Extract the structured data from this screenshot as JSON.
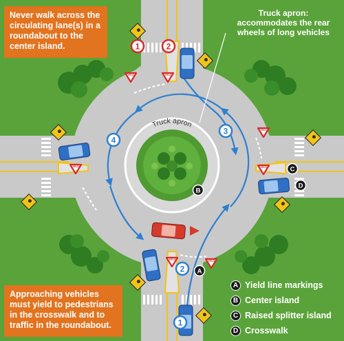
{
  "callouts": {
    "top_left": "Never walk across the\ncirculating lane(s) in a\nroundabout to the\ncenter island.",
    "bottom_left": "Approaching vehicles\nmust yield to pedestrians\nin the crosswalk and to\ntraffic in the roundabout."
  },
  "truck_note": "Truck apron:\naccommodates the rear\nwheels of long vehicles",
  "apron_label": "Truck apron",
  "yield_sign_text": "YIELD",
  "markers": {
    "numbers": [
      "1",
      "2",
      "3",
      "4"
    ],
    "letters": [
      "A",
      "B",
      "C",
      "D"
    ]
  },
  "legend": [
    {
      "letter": "A",
      "label": "Yield line markings"
    },
    {
      "letter": "B",
      "label": "Center island"
    },
    {
      "letter": "C",
      "label": "Raised splitter island"
    },
    {
      "letter": "D",
      "label": "Crosswalk"
    }
  ],
  "colors": {
    "grass": "#5aa33a",
    "road": "#c9c9c9",
    "apron": "#d8d8d8",
    "island": "#4f9a31",
    "callout": "#e2731f",
    "path": "#2f7fd0",
    "car_blue": "#2f6fc4",
    "car_red": "#d63a2a",
    "sign": "#f2c417",
    "marker_red": "#d62a2a"
  }
}
